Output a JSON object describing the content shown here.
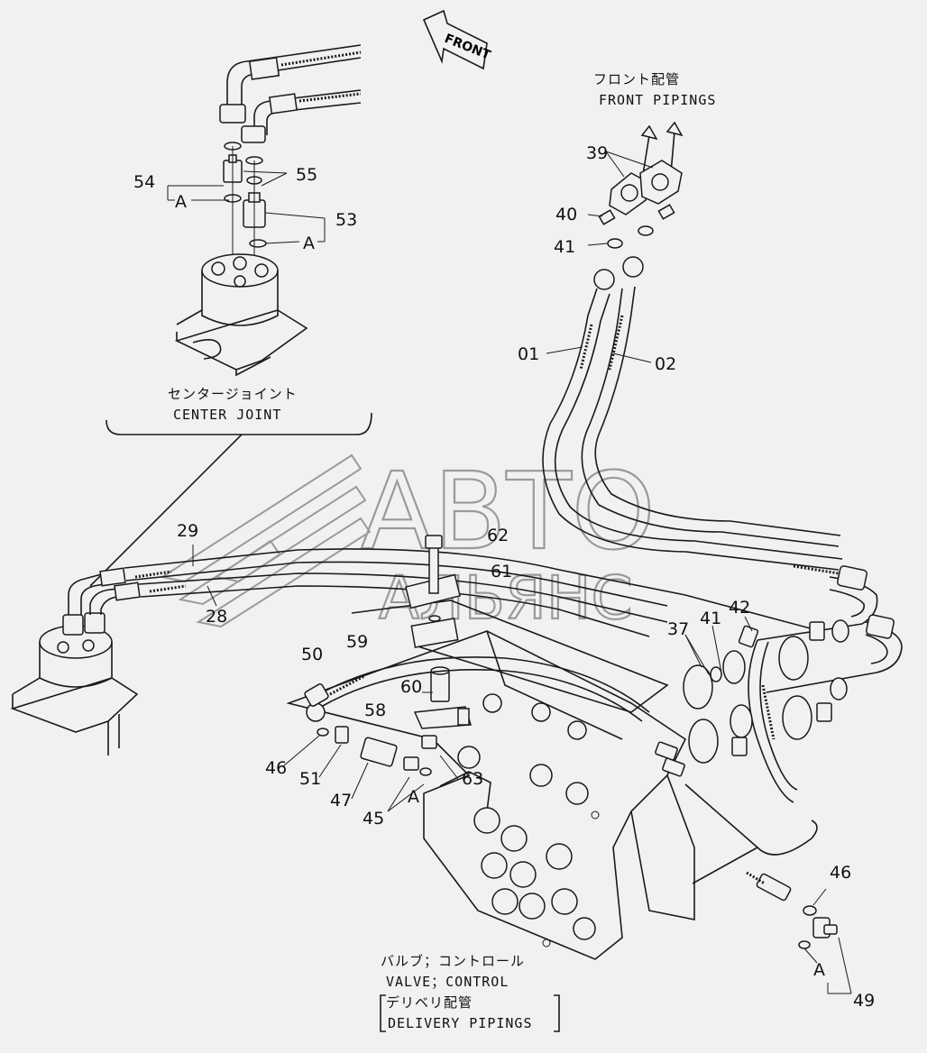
{
  "front_arrow": "FRONT",
  "watermark": {
    "line1": "АВТО",
    "line2": "АЛЬЯНС"
  },
  "captions": {
    "front_pipings_jp": "フロント配管",
    "front_pipings_en": "FRONT PIPINGS",
    "center_joint_jp": "センタージョイント",
    "center_joint_en": "CENTER JOINT",
    "valve_jp": "バルブ；コントロール",
    "valve_en": "VALVE；CONTROL",
    "delivery_jp": "デリベリ配管",
    "delivery_en": "DELIVERY PIPINGS"
  },
  "labels": {
    "p54": "54",
    "p55": "55",
    "p53": "53",
    "a1": "A",
    "a2": "A",
    "p39": "39",
    "p40": "40",
    "p41a": "41",
    "p01": "01",
    "p02": "02",
    "p29": "29",
    "p28": "28",
    "p62": "62",
    "p61": "61",
    "p59": "59",
    "p50": "50",
    "p60": "60",
    "p58": "58",
    "p46a": "46",
    "p51": "51",
    "p47": "47",
    "p45": "45",
    "a3": "A",
    "p63": "63",
    "p37": "37",
    "p41b": "41",
    "p42": "42",
    "p46b": "46",
    "a4": "A",
    "p49": "49"
  }
}
